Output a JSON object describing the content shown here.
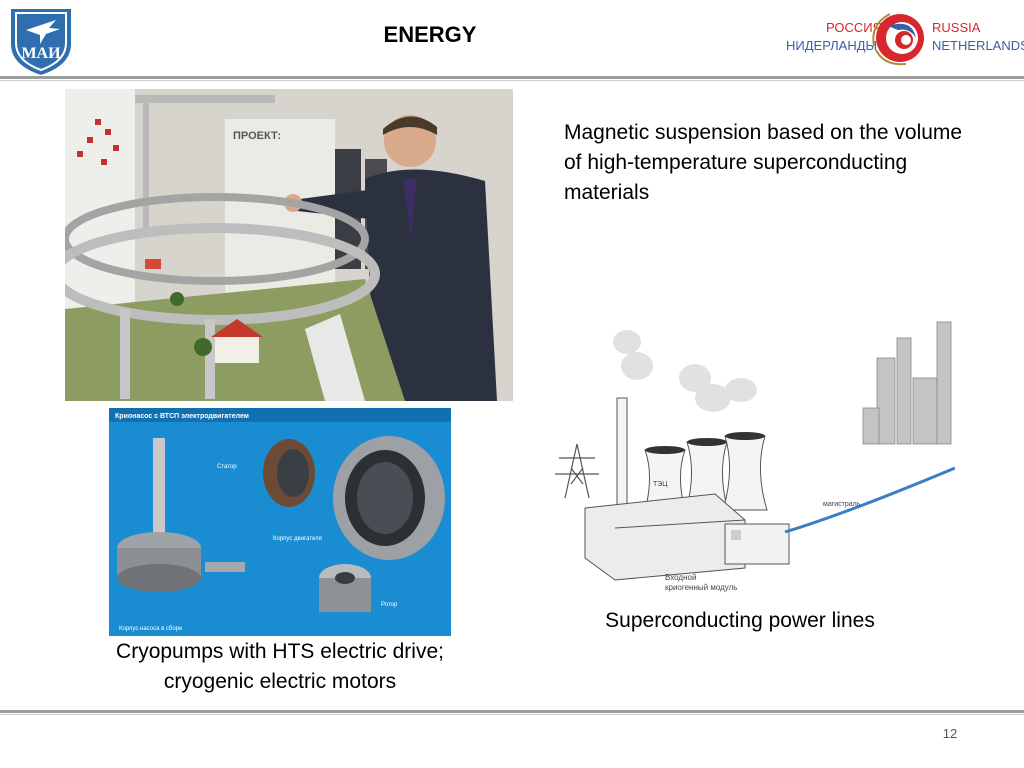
{
  "header": {
    "title": "ENERGY",
    "mai_logo_text": "МАИ",
    "partner_logo": {
      "left_line1": "РОССИЯ",
      "left_line2": "НИДЕРЛАНДЫ",
      "right_line1": "RUSSIA",
      "right_line2": "NETHERLANDS"
    }
  },
  "photo_maglev": {
    "sign_text": "ПРОЕКТ:"
  },
  "photo_cryopumps": {
    "banner_text": "Крионасос с ВТСП электродвигателем",
    "labels": [
      "Статор",
      "Корпус двигателя",
      "Ротор",
      "Корпус насоса в сборе"
    ]
  },
  "diagram_powerline": {
    "label_tec": "ТЭЦ",
    "label_magistral": "магистраль",
    "label_input_line1": "Входной",
    "label_input_line2": "криогенный модуль"
  },
  "captions": {
    "maglev": "Magnetic suspension based on the volume of high-temperature superconducting materials",
    "powerline": "Superconducting power lines",
    "cryopumps_line1": "Cryopumps with HTS electric drive;",
    "cryopumps_line2": "cryogenic electric motors"
  },
  "footer": {
    "page_number": "12"
  },
  "colors": {
    "mai_logo_blue": "#2f6fb0",
    "partner_red": "#d8262d",
    "partner_blue": "#3a5fa8",
    "rule_gray": "#9c9c9c"
  }
}
